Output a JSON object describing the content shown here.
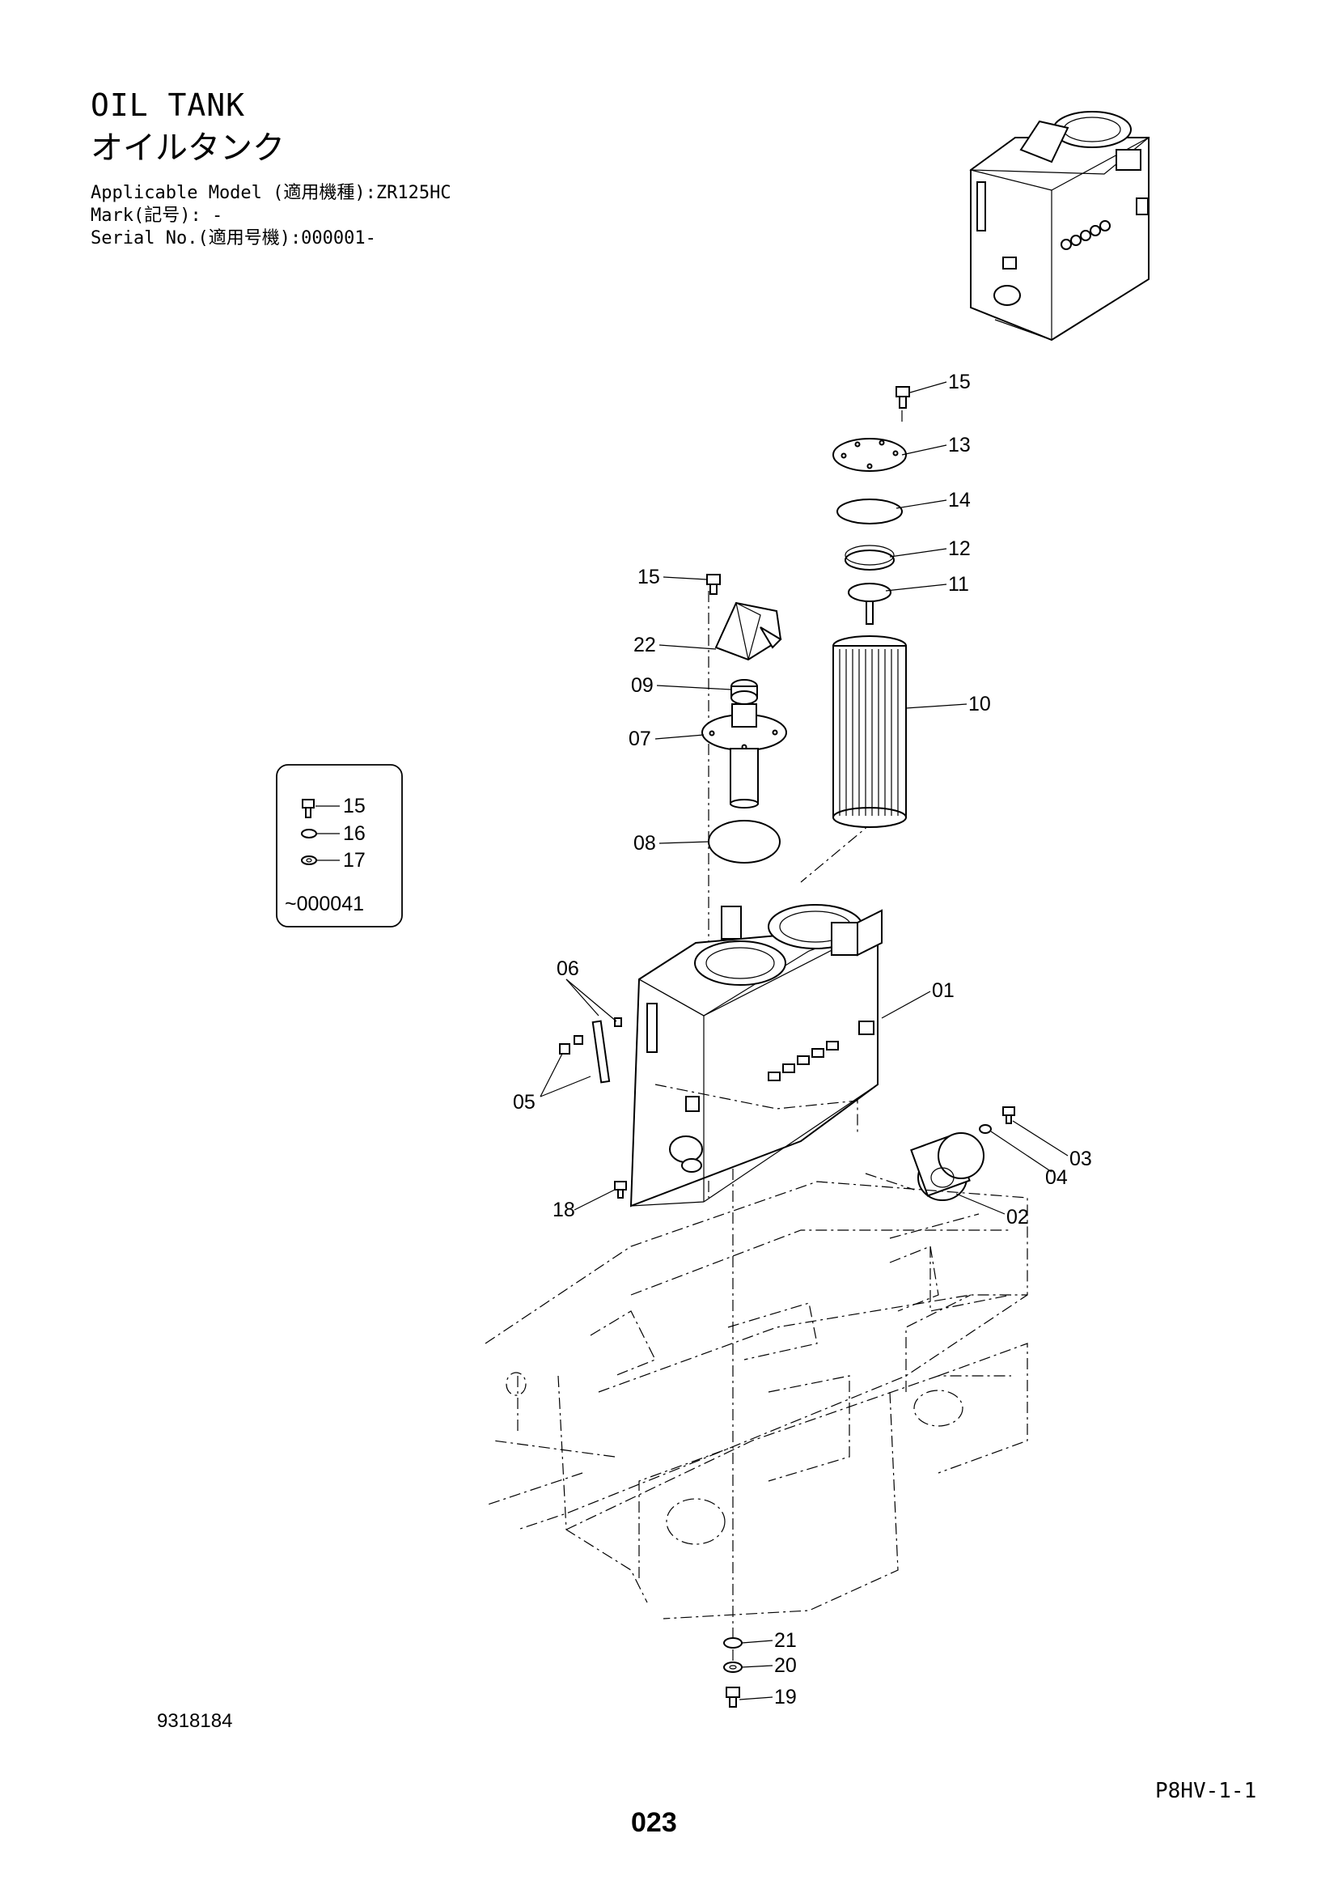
{
  "header": {
    "title_en": "OIL TANK",
    "title_jp": "オイルタンク",
    "applicable_model": "Applicable Model (適用機種):ZR125HC",
    "mark": "Mark(記号): -",
    "serial_no": "Serial No.(適用号機):000001-"
  },
  "inset": {
    "items": [
      "15",
      "16",
      "17"
    ],
    "serial_range": "~000041"
  },
  "callouts": {
    "c01": "01",
    "c02": "02",
    "c03": "03",
    "c04": "04",
    "c05": "05",
    "c06": "06",
    "c07": "07",
    "c08": "08",
    "c09": "09",
    "c10": "10",
    "c11": "11",
    "c12": "12",
    "c13": "13",
    "c14": "14",
    "c15a": "15",
    "c15b": "15",
    "c18": "18",
    "c19": "19",
    "c20": "20",
    "c21": "21",
    "c22": "22"
  },
  "footer": {
    "drawing_no": "9318184",
    "page_code": "P8HV-1-1",
    "page_number": "023"
  }
}
